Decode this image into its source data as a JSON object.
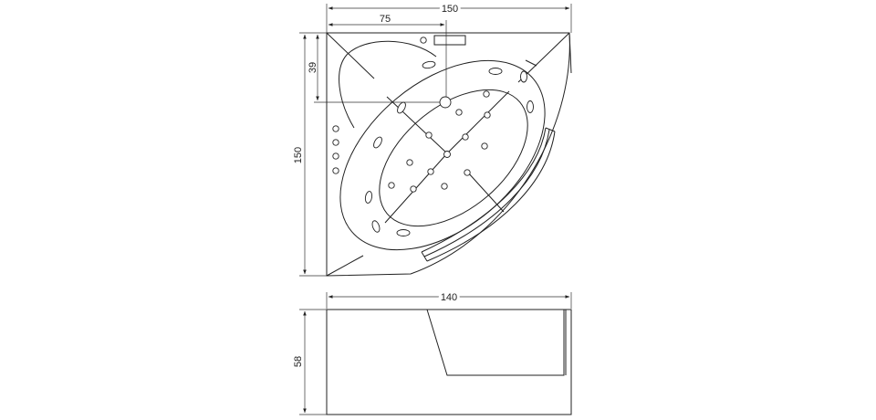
{
  "top_view": {
    "width_label": "150",
    "half_width_label": "75",
    "offset_label": "39",
    "height_label": "150"
  },
  "side_view": {
    "length_label": "140",
    "height_label": "58"
  }
}
